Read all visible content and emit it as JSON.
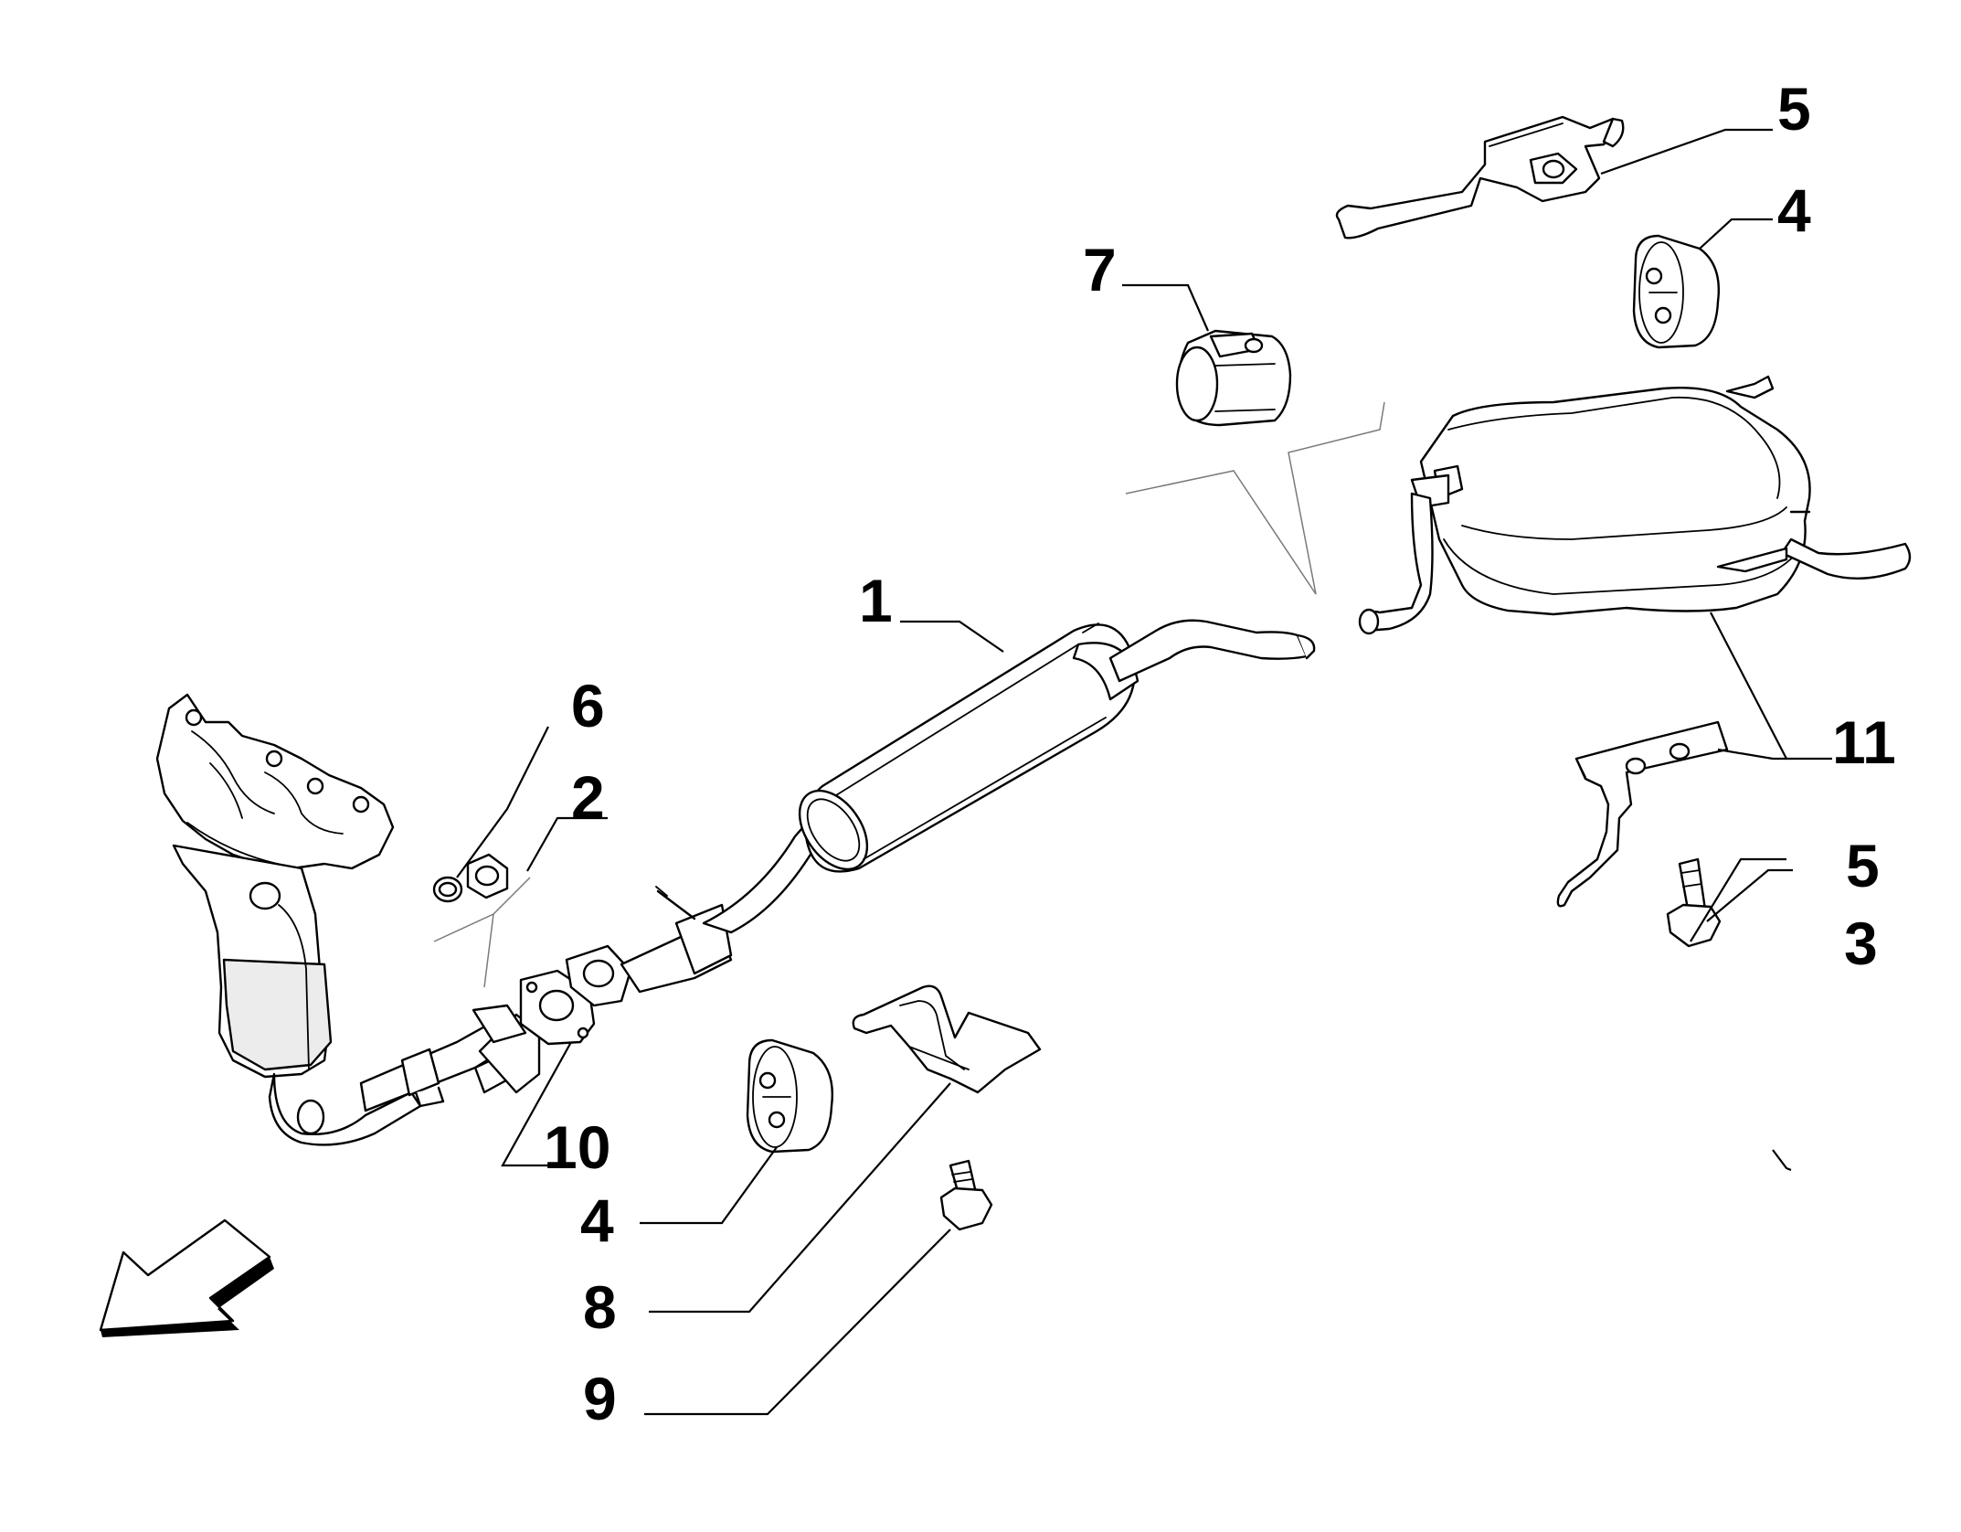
{
  "callouts": [
    {
      "id": "1",
      "label": "1"
    },
    {
      "id": "2",
      "label": "2"
    },
    {
      "id": "3",
      "label": "3"
    },
    {
      "id": "4a",
      "label": "4"
    },
    {
      "id": "4b",
      "label": "4"
    },
    {
      "id": "5a",
      "label": "5"
    },
    {
      "id": "5b",
      "label": "5"
    },
    {
      "id": "6",
      "label": "6"
    },
    {
      "id": "7",
      "label": "7"
    },
    {
      "id": "8",
      "label": "8"
    },
    {
      "id": "9",
      "label": "9"
    },
    {
      "id": "10",
      "label": "10"
    },
    {
      "id": "11",
      "label": "11"
    }
  ],
  "icons": {
    "direction_arrow": "front-direction-arrow-icon"
  }
}
